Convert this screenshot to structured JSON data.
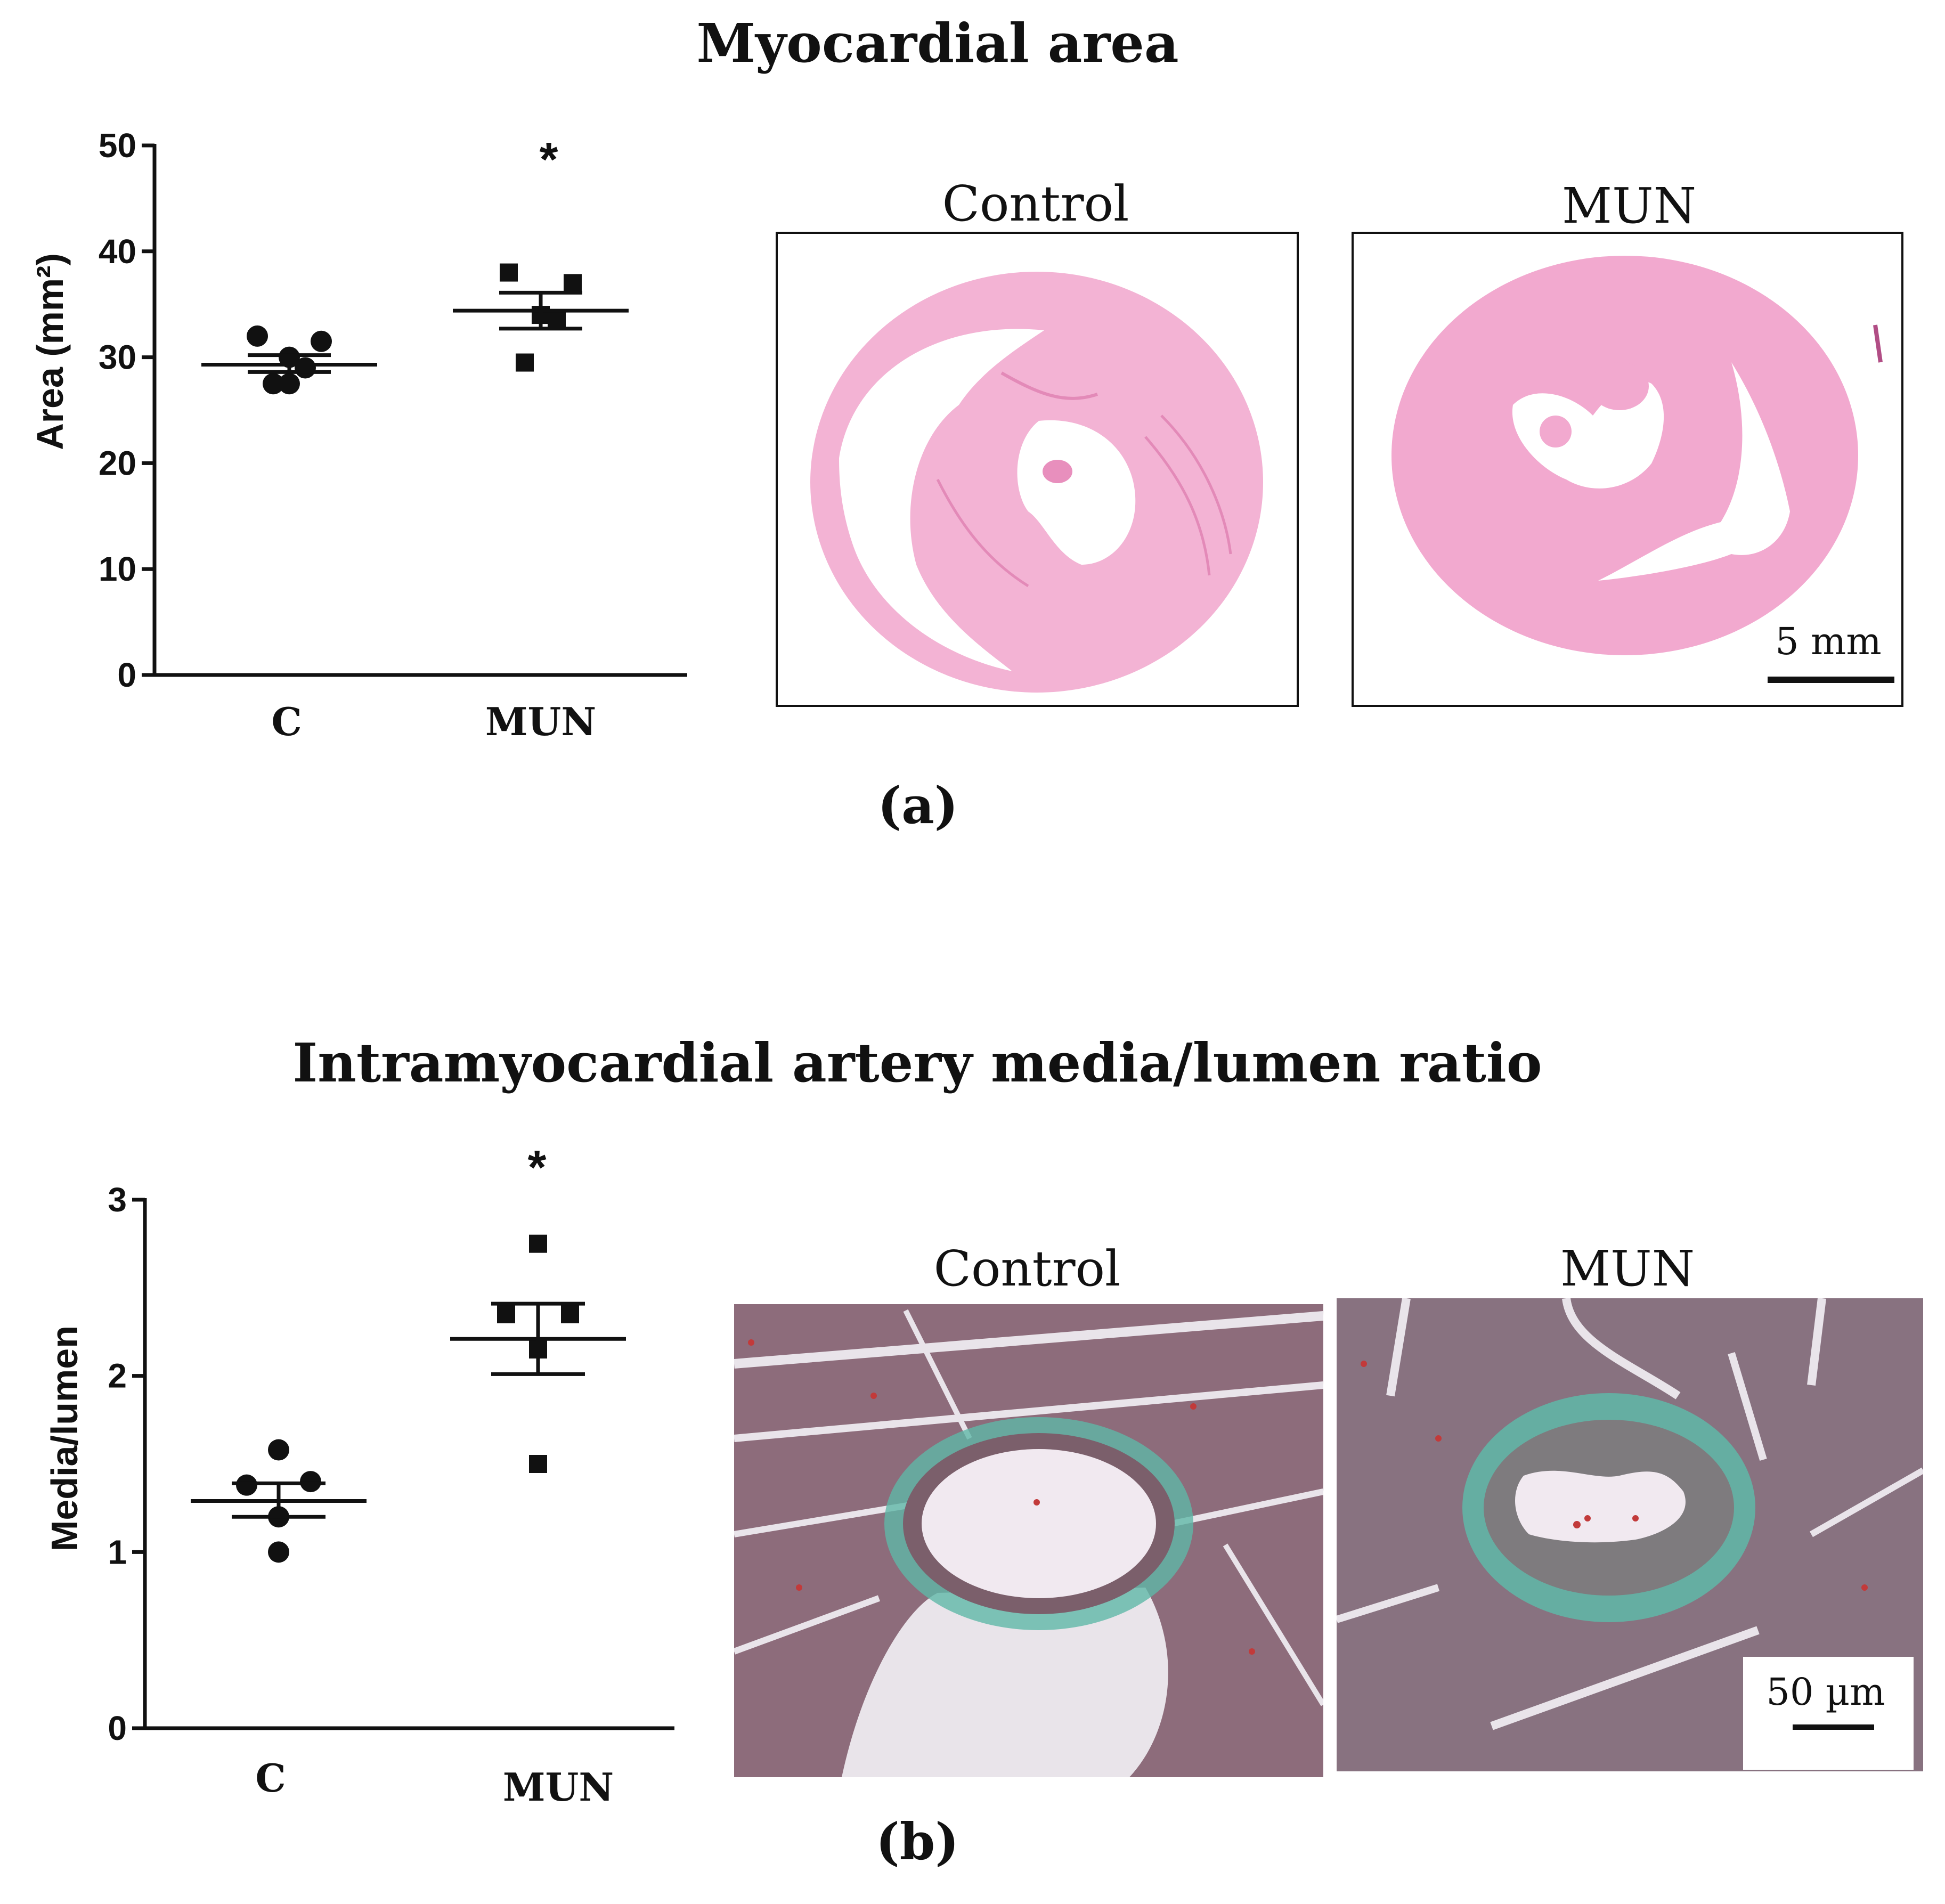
{
  "panels": [
    {
      "id": "a",
      "title": "Myocardial area",
      "panel_label": "(a)",
      "images": {
        "control_title": "Control",
        "mun_title": "MUN",
        "scale_bar": "5 mm",
        "colors": {
          "tissue": "#f2a9cf",
          "tissue_dark": "#e987bb",
          "background": "#ffffff"
        }
      }
    },
    {
      "id": "b",
      "title": "Intramyocardial artery media/lumen ratio",
      "panel_label": "(b)",
      "images": {
        "control_title": "Control",
        "mun_title": "MUN",
        "scale_bar": "50 µm",
        "colors": {
          "muscle": "#8a6a78",
          "collagen": "#5fb8a8",
          "lumen": "#f1e9f0",
          "nuclei": "#c23a3a"
        }
      }
    }
  ],
  "chart_data": [
    {
      "type": "scatter",
      "title": "Myocardial area",
      "ylabel": "Area (mm²)",
      "ylim": [
        0,
        50
      ],
      "yticks": [
        "0",
        "10",
        "20",
        "30",
        "40",
        "50"
      ],
      "categories": [
        "C",
        "MUN"
      ],
      "significance": "*",
      "grid": false,
      "groups": [
        {
          "category": "C",
          "marker": "circle",
          "values": [
            32.0,
            31.5,
            30.0,
            29.0,
            27.5,
            27.5
          ],
          "mean": 29.3,
          "sem_low": 28.6,
          "sem_high": 30.2
        },
        {
          "category": "MUN",
          "marker": "square",
          "values": [
            38.0,
            37.0,
            34.0,
            33.5,
            29.5
          ],
          "mean": 34.4,
          "sem_low": 32.7,
          "sem_high": 36.1
        }
      ]
    },
    {
      "type": "scatter",
      "title": "Intramyocardial artery media/lumen ratio",
      "ylabel": "Media/lumen",
      "ylim": [
        0,
        3
      ],
      "yticks": [
        "0",
        "1",
        "2",
        "3"
      ],
      "categories": [
        "C",
        "MUN"
      ],
      "significance": "*",
      "grid": false,
      "groups": [
        {
          "category": "C",
          "marker": "circle",
          "values": [
            1.58,
            1.4,
            1.38,
            1.2,
            1.0
          ],
          "mean": 1.29,
          "sem_low": 1.2,
          "sem_high": 1.39
        },
        {
          "category": "MUN",
          "marker": "square",
          "values": [
            2.75,
            2.35,
            2.35,
            2.15,
            1.5
          ],
          "mean": 2.21,
          "sem_low": 2.01,
          "sem_high": 2.41
        }
      ]
    }
  ]
}
